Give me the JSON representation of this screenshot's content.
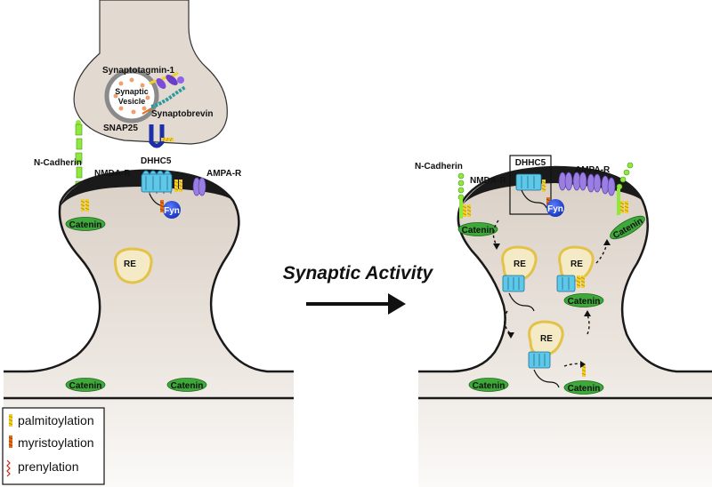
{
  "labels": {
    "synaptotagmin": "Synaptotagmin-1",
    "synaptic_vesicle_1": "Synaptic",
    "synaptic_vesicle_2": "Vesicle",
    "synaptobrevin": "Synaptobrevin",
    "snap25": "SNAP25",
    "n_cadherin": "N-Cadherin",
    "nmda_r": "NMDA-R",
    "dhhc5": "DHHC5",
    "ampa_r": "AMPA-R",
    "fyn": "Fyn",
    "catenin": "Catenin",
    "re": "RE"
  },
  "title": "Synaptic Activity",
  "legend": {
    "items": [
      {
        "label": "palmitoylation",
        "color": "#f2cf2a"
      },
      {
        "label": "myristoylation",
        "color": "#e0701c"
      },
      {
        "label": "prenylation",
        "color": "#c0281c"
      }
    ]
  },
  "colors": {
    "spine_fill": "#e9e2db",
    "membrane": "#1a1a1a",
    "receptor_blue": "#5ec8e6",
    "ampa_purple": "#9a7ee0",
    "catenin_green": "#3fa83a",
    "cadherin_green": "#8fe83a",
    "fyn_blue": "#1d3fd6",
    "re_gold": "#e3c24a"
  }
}
